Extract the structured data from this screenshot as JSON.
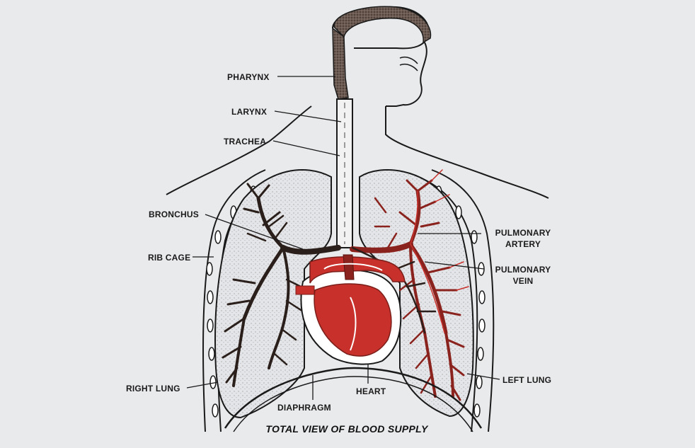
{
  "diagram": {
    "caption": "TOTAL VIEW OF BLOOD SUPPLY",
    "labels": {
      "pharynx": "PHARYNX",
      "larynx": "LARYNX",
      "trachea": "TRACHEA",
      "bronchus": "BRONCHUS",
      "rib_cage": "RIB CAGE",
      "right_lung": "RIGHT LUNG",
      "diaphragm": "DIAPHRAGM",
      "heart": "HEART",
      "pulmonary_artery_1": "PULMONARY",
      "pulmonary_artery_2": "ARTERY",
      "pulmonary_vein_1": "PULMONARY",
      "pulmonary_vein_2": "VEIN",
      "left_lung": "LEFT LUNG"
    },
    "colors": {
      "ink": "#1a1a1a",
      "airway": "#3a2b25",
      "blood": "#c8302b",
      "blood_dark": "#7a1e1a",
      "lung_fill": "#e2e3e6",
      "background": "#e9eaec"
    }
  }
}
